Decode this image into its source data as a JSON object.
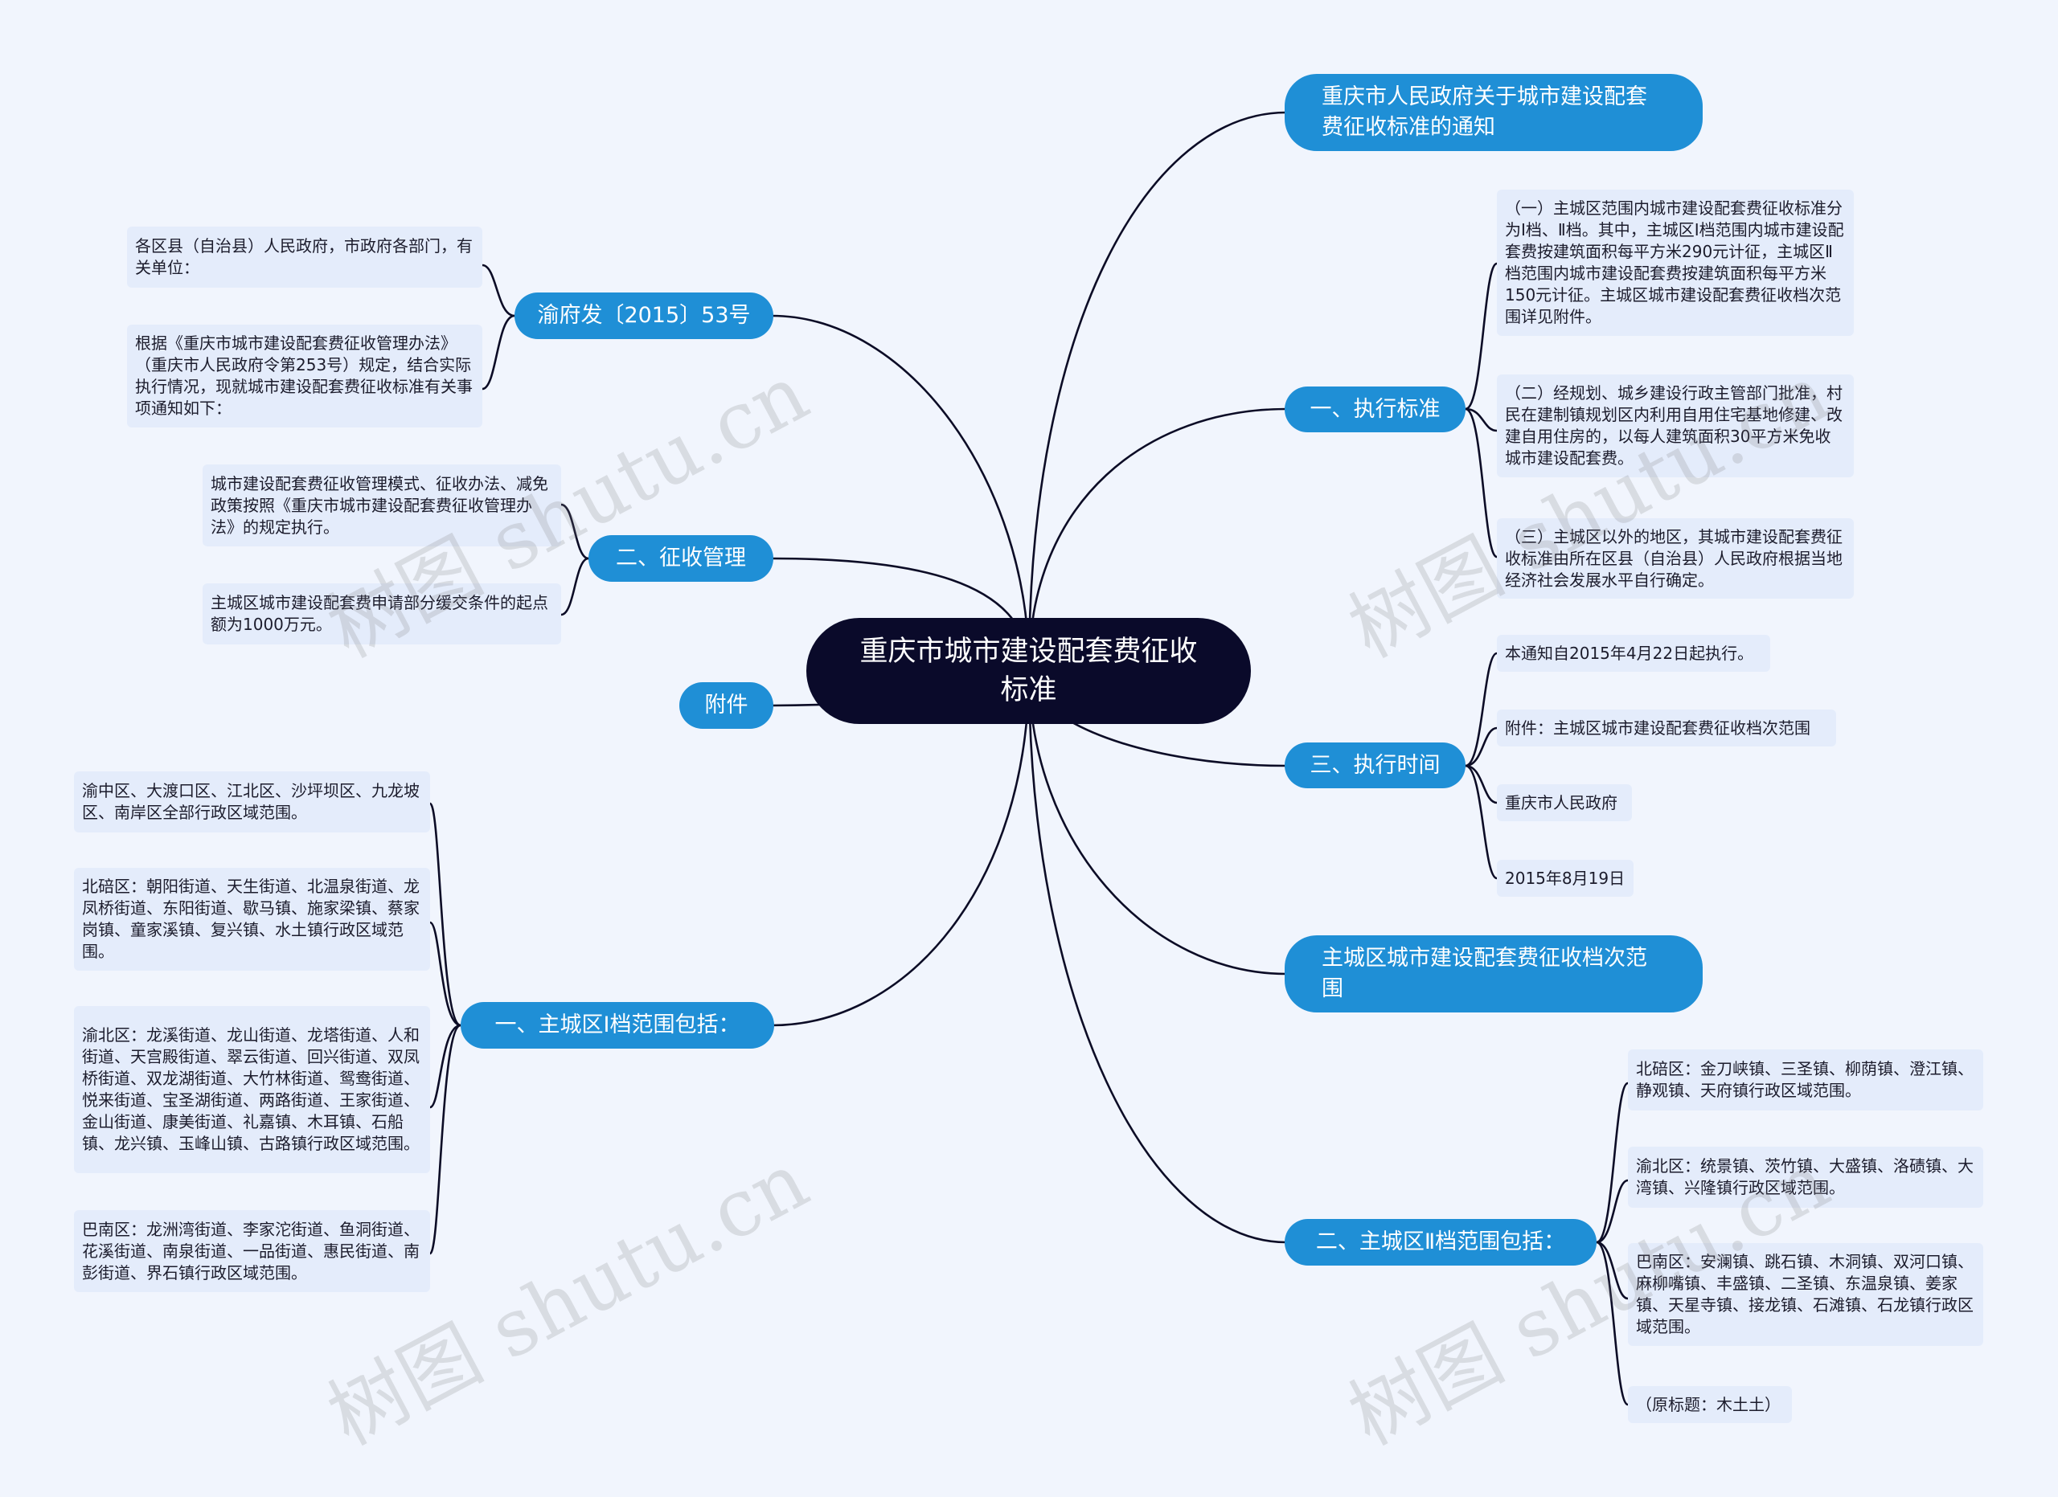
{
  "root": {
    "title": "重庆市城市建设配套费征收标准"
  },
  "branches": {
    "notice_title": "重庆市人民政府关于城市建设配套费征收标准的通知",
    "exec_standard": "一、执行标准",
    "exec_time": "三、执行时间",
    "zone_range_title": "主城区城市建设配套费征收档次范围",
    "zone2": "二、主城区Ⅱ档范围包括：",
    "doc_no": "渝府发〔2015〕53号",
    "collection": "二、征收管理",
    "attachment": "附件",
    "zone1": "一、主城区Ⅰ档范围包括："
  },
  "leaves": {
    "doc_no": [
      "各区县（自治县）人民政府，市政府各部门，有关单位：",
      "根据《重庆市城市建设配套费征收管理办法》（重庆市人民政府令第253号）规定，结合实际执行情况，现就城市建设配套费征收标准有关事项通知如下："
    ],
    "collection": [
      "城市建设配套费征收管理模式、征收办法、减免政策按照《重庆市城市建设配套费征收管理办法》的规定执行。",
      "主城区城市建设配套费申请部分缓交条件的起点额为1000万元。"
    ],
    "zone1": [
      "渝中区、大渡口区、江北区、沙坪坝区、九龙坡区、南岸区全部行政区域范围。",
      "北碚区：朝阳街道、天生街道、北温泉街道、龙凤桥街道、东阳街道、歇马镇、施家梁镇、蔡家岗镇、童家溪镇、复兴镇、水土镇行政区域范围。",
      "渝北区：龙溪街道、龙山街道、龙塔街道、人和街道、天宫殿街道、翠云街道、回兴街道、双凤桥街道、双龙湖街道、大竹林街道、鸳鸯街道、悦来街道、宝圣湖街道、两路街道、王家街道、金山街道、康美街道、礼嘉镇、木耳镇、石船镇、龙兴镇、玉峰山镇、古路镇行政区域范围。",
      "巴南区：龙洲湾街道、李家沱街道、鱼洞街道、花溪街道、南泉街道、一品街道、惠民街道、南彭街道、界石镇行政区域范围。"
    ],
    "exec_standard": [
      "（一）主城区范围内城市建设配套费征收标准分为Ⅰ档、Ⅱ档。其中，主城区Ⅰ档范围内城市建设配套费按建筑面积每平方米290元计征，主城区Ⅱ档范围内城市建设配套费按建筑面积每平方米150元计征。主城区城市建设配套费征收档次范围详见附件。",
      "（二）经规划、城乡建设行政主管部门批准，村民在建制镇规划区内利用自用住宅基地修建、改建自用住房的，以每人建筑面积30平方米免收城市建设配套费。",
      "（三）主城区以外的地区，其城市建设配套费征收标准由所在区县（自治县）人民政府根据当地经济社会发展水平自行确定。"
    ],
    "exec_time": [
      "本通知自2015年4月22日起执行。",
      "附件：主城区城市建设配套费征收档次范围",
      "重庆市人民政府",
      "2015年8月19日"
    ],
    "zone2": [
      "北碚区：金刀峡镇、三圣镇、柳荫镇、澄江镇、静观镇、天府镇行政区域范围。",
      "渝北区：统景镇、茨竹镇、大盛镇、洛碛镇、大湾镇、兴隆镇行政区域范围。",
      "巴南区：安澜镇、跳石镇、木洞镇、双河口镇、麻柳嘴镇、丰盛镇、二圣镇、东温泉镇、姜家镇、天星寺镇、接龙镇、石滩镇、石龙镇行政区域范围。",
      "（原标题：木土土）"
    ]
  },
  "watermark": "树图 shutu.cn",
  "colors": {
    "root": "#0a0a2a",
    "branch": "#1f8fd6",
    "leaf": "#e4ecfb",
    "background": "#f1f5fd",
    "line": "#0c0c26"
  }
}
